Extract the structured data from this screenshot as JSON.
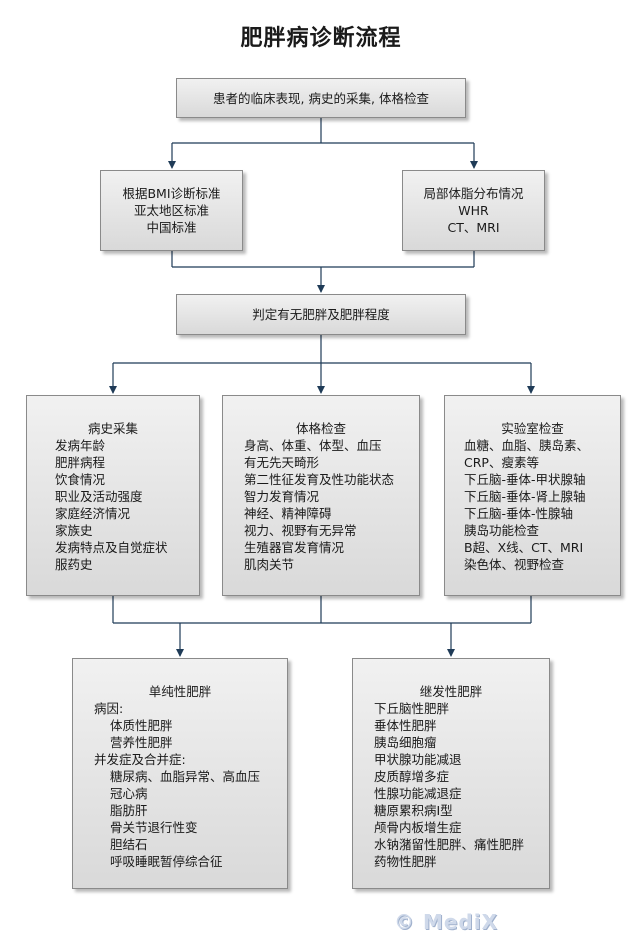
{
  "title": "肥胖病诊断流程",
  "step1": "患者的临床表现, 病史的采集, 体格检查",
  "bmi_box": [
    "根据BMI诊断标准",
    "亚太地区标准",
    "中国标准"
  ],
  "fat_box": [
    "局部体脂分布情况",
    "WHR",
    "CT、MRI"
  ],
  "step3": "判定有无肥胖及肥胖程度",
  "history": {
    "title": "病史采集",
    "items": [
      "发病年龄",
      "肥胖病程",
      "饮食情况",
      "职业及活动强度",
      "家庭经济情况",
      "家族史",
      "发病特点及自觉症状",
      "服药史"
    ]
  },
  "physical": {
    "title": "体格检查",
    "items": [
      "身高、体重、体型、血压",
      "有无先天畸形",
      "第二性征发育及性功能状态",
      "智力发育情况",
      "神经、精神障碍",
      "视力、视野有无异常",
      "生殖器官发育情况",
      "肌肉关节"
    ]
  },
  "lab": {
    "title": "实验室检查",
    "items": [
      "血糖、血脂、胰岛素、",
      "CRP、瘦素等",
      "下丘脑-垂体-甲状腺轴",
      "下丘脑-垂体-肾上腺轴",
      "下丘脑-垂体-性腺轴",
      "胰岛功能检查",
      "B超、X线、CT、MRI",
      "染色体、视野检查"
    ]
  },
  "simple": {
    "title": "单纯性肥胖",
    "cause_label": "病因:",
    "causes": [
      "体质性肥胖",
      "营养性肥胖"
    ],
    "comp_label": "并发症及合并症:",
    "complications": [
      "糖尿病、血脂异常、高血压",
      "冠心病",
      "脂肪肝",
      "骨关节退行性变",
      "胆结石",
      "呼吸睡眠暂停综合征"
    ]
  },
  "secondary": {
    "title": "继发性肥胖",
    "items": [
      "下丘脑性肥胖",
      "垂体性肥胖",
      "胰岛细胞瘤",
      "甲状腺功能减退",
      "皮质醇增多症",
      "性腺功能减退症",
      "糖原累积病Ⅰ型",
      "颅骨内板增生症",
      "水钠潴留性肥胖、痛性肥胖",
      "药物性肥胖"
    ]
  },
  "watermark": "© MediX",
  "colors": {
    "line": "#1f3b57",
    "box_top": "#f1f1f1",
    "box_bottom": "#d9d9d9"
  }
}
